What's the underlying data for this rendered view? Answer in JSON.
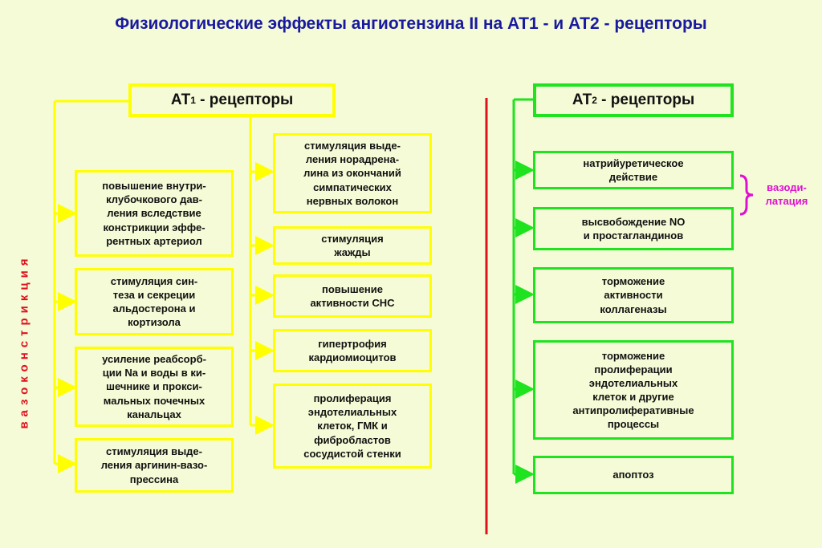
{
  "title": "Физиологические эффекты ангиотензина II на АТ1 -  и  АТ2 - рецепторы",
  "at1": {
    "header_prefix": "АТ",
    "header_sub": "1",
    "header_suffix": " - рецепторы",
    "left_items": [
      "повышение внутри-\nклубочкового дав-\nления вследствие\nконстрикции эффе-\nрентных артериол",
      "стимуляция син-\nтеза и секреции\nальдостерона и\nкортизола",
      "усиление реабсорб-\nции Na и воды в ки-\nшечнике и прокси-\nмальных почечных\nканальцах",
      "стимуляция  выде-\nления аргинин-вазо-\nпрессина"
    ],
    "right_items": [
      "стимуляция выде-\nления норадрена-\nлина из окончаний\nсимпатических\nнервных волокон",
      "стимуляция\nжажды",
      "повышение\nактивности СНС",
      "гипертрофия\nкардиомиоцитов",
      "пролиферация\nэндотелиальных\nклеток, ГМК и\nфибробластов\nсосудистой стенки"
    ],
    "side_label": "вазоконстрикция"
  },
  "at2": {
    "header_prefix": "АТ",
    "header_sub": "2",
    "header_suffix": " - рецепторы",
    "items": [
      "натрийуретическое\nдействие",
      "высвобождение NO\nи простагландинов",
      "торможение\nактивности\nколлагеназы",
      "торможение\nпролиферации\nэндотелиальных\nклеток и другие\nантипролиферативные\nпроцессы",
      "апоптоз"
    ],
    "side_label": "вазоди-\nлатация"
  },
  "colors": {
    "background": "#f4fbd6",
    "title": "#1a1aa0",
    "at1_lines": "#ffff00",
    "at2_lines": "#1fe31f",
    "divider": "#e0111e",
    "vasoconstriction": "#e0111e",
    "vasodilation": "#e010d0"
  }
}
